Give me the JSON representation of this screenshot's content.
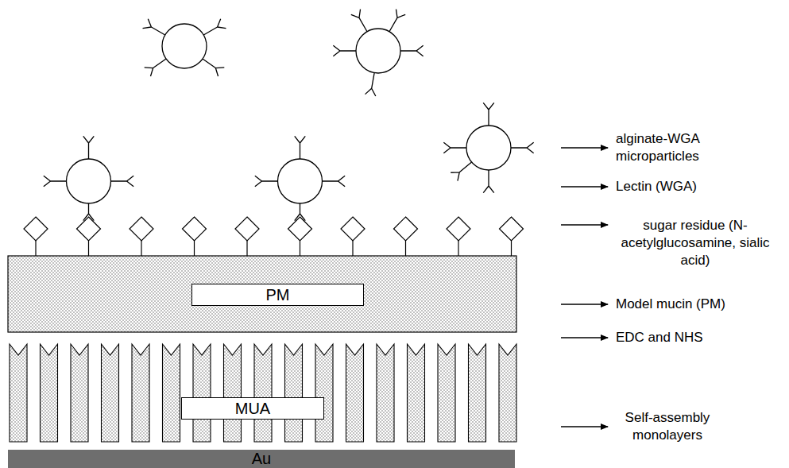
{
  "diagram": {
    "nodes": [
      {
        "text": [
          "PM"
        ]
      },
      {
        "text": [
          "MUA"
        ]
      },
      {
        "text": [
          "Au"
        ]
      }
    ],
    "labels": [
      "alginate-WGA microparticles",
      "Lectin (WGA)",
      "sugar residue (N-acetylglucosamine, sialic acid)",
      "Model mucin (PM)",
      "EDC and NHS",
      "Self-assembly monolayers"
    ]
  }
}
